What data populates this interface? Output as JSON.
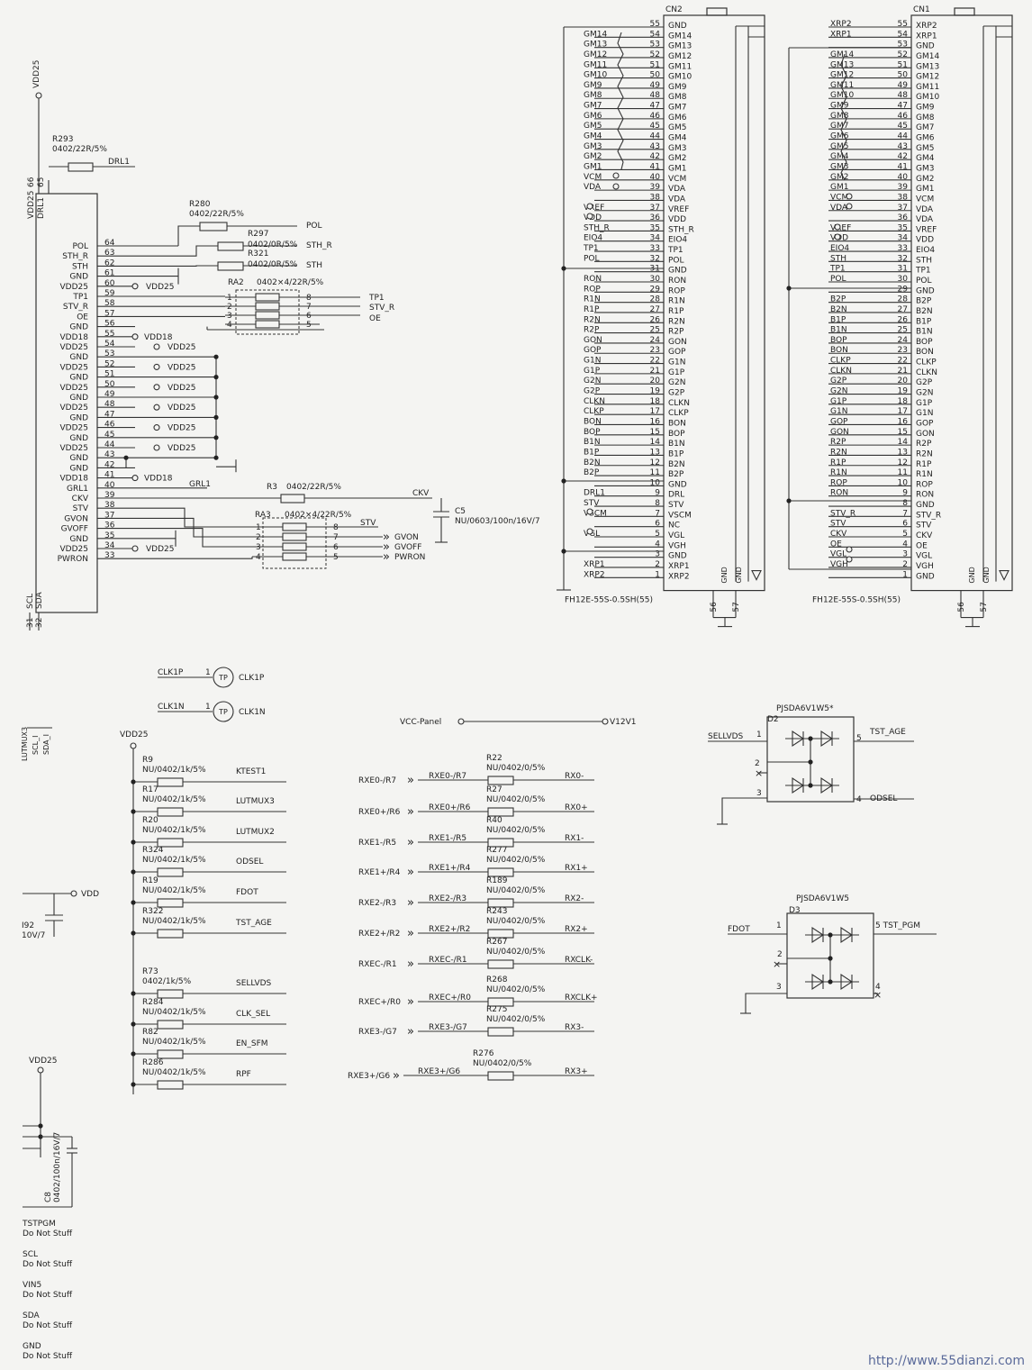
{
  "u_main": {
    "top_pins": [
      {
        "n": "66",
        "net": "VDD25"
      },
      {
        "n": "65",
        "net": "DRL1"
      }
    ],
    "bottom_pins": [
      {
        "n": "31",
        "net": "SCL"
      },
      {
        "n": "32",
        "net": "SDA"
      }
    ],
    "pins": [
      {
        "n": "64",
        "net": "POL"
      },
      {
        "n": "63",
        "net": "STH_R"
      },
      {
        "n": "62",
        "net": "STH"
      },
      {
        "n": "61",
        "net": "GND"
      },
      {
        "n": "60",
        "net": "VDD25"
      },
      {
        "n": "59",
        "net": "TP1"
      },
      {
        "n": "58",
        "net": "STV_R"
      },
      {
        "n": "57",
        "net": "OE"
      },
      {
        "n": "56",
        "net": "GND"
      },
      {
        "n": "55",
        "net": "VDD18"
      },
      {
        "n": "54",
        "net": "VDD25"
      },
      {
        "n": "53",
        "net": "GND"
      },
      {
        "n": "52",
        "net": "VDD25"
      },
      {
        "n": "51",
        "net": "GND"
      },
      {
        "n": "50",
        "net": "VDD25"
      },
      {
        "n": "49",
        "net": "GND"
      },
      {
        "n": "48",
        "net": "VDD25"
      },
      {
        "n": "47",
        "net": "GND"
      },
      {
        "n": "46",
        "net": "VDD25"
      },
      {
        "n": "45",
        "net": "GND"
      },
      {
        "n": "44",
        "net": "VDD25"
      },
      {
        "n": "43",
        "net": "GND"
      },
      {
        "n": "42",
        "net": "GND"
      },
      {
        "n": "41",
        "net": "VDD18"
      },
      {
        "n": "40",
        "net": "GRL1"
      },
      {
        "n": "39",
        "net": "CKV"
      },
      {
        "n": "38",
        "net": "STV"
      },
      {
        "n": "37",
        "net": "GVON"
      },
      {
        "n": "36",
        "net": "GVOFF"
      },
      {
        "n": "35",
        "net": "GND"
      },
      {
        "n": "34",
        "net": "VDD25"
      },
      {
        "n": "33",
        "net": "PWRON"
      }
    ],
    "vdd25": "VDD25",
    "vdd18": "VDD18",
    "r293": {
      "ref": "R293",
      "val": "0402/22R/5%",
      "net": "DRL1"
    },
    "r280": {
      "ref": "R280",
      "val": "0402/22R/5%",
      "net": "POL"
    },
    "r297": {
      "ref": "R297",
      "val": "0402/0R/5%",
      "net": "STH_R"
    },
    "r321": {
      "ref": "R321",
      "val": "0402/0R/5%",
      "net": "STH"
    },
    "ra2": {
      "ref": "RA2",
      "val": "0402×4/22R/5%",
      "l": [
        "1",
        "2",
        "3",
        "4"
      ],
      "r": [
        "8",
        "7",
        "6",
        "5"
      ],
      "nets": [
        "TP1",
        "STV_R",
        "OE"
      ]
    },
    "r3": {
      "ref": "R3",
      "val": "0402/22R/5%",
      "net": "CKV"
    },
    "c5": {
      "ref": "C5",
      "val": "NU/0603/100n/16V/7"
    },
    "ra3": {
      "ref": "RA3",
      "val": "0402×4/22R/5%",
      "l": [
        "1",
        "2",
        "3",
        "4"
      ],
      "r": [
        "8",
        "7",
        "6",
        "5"
      ],
      "nets": [
        "STV",
        "GVON",
        "GVOFF",
        "PWRON"
      ]
    },
    "grl1_net": "GRL1"
  },
  "tp": [
    {
      "net": "CLK1P",
      "pin": "1",
      "sym": "TP",
      "label": "CLK1P"
    },
    {
      "net": "CLK1N",
      "pin": "1",
      "sym": "TP",
      "label": "CLK1N"
    }
  ],
  "left_fragment": [
    "LUTMUX3",
    "SCL_I",
    "SDA_I"
  ],
  "vdd_fragment": {
    "net": "VDD",
    "cap": "I92",
    "capval": "10V/7"
  },
  "c8": {
    "net": "VDD25",
    "ref": "C8",
    "val": "0402/100n/16V/7"
  },
  "dns_notes": [
    {
      "net": "TSTPGM",
      "note": "Do Not Stuff"
    },
    {
      "net": "SCL",
      "note": "Do Not Stuff"
    },
    {
      "net": "VIN5",
      "note": "Do Not Stuff"
    },
    {
      "net": "SDA",
      "note": "Do Not Stuff"
    },
    {
      "net": "GND",
      "note": "Do Not Stuff"
    }
  ],
  "pullups": {
    "rail": "VDD25",
    "items": [
      {
        "ref": "R9",
        "val": "NU/0402/1k/5%",
        "net": "KTEST1"
      },
      {
        "ref": "R17",
        "val": "NU/0402/1k/5%",
        "net": "LUTMUX3"
      },
      {
        "ref": "R20",
        "val": "NU/0402/1k/5%",
        "net": "LUTMUX2"
      },
      {
        "ref": "R324",
        "val": "NU/0402/1k/5%",
        "net": "ODSEL"
      },
      {
        "ref": "R19",
        "val": "NU/0402/1k/5%",
        "net": "FDOT"
      },
      {
        "ref": "R322",
        "val": "NU/0402/1k/5%",
        "net": "TST_AGE"
      },
      {
        "ref": "R73",
        "val": "0402/1k/5%",
        "net": "SELLVDS"
      },
      {
        "ref": "R284",
        "val": "NU/0402/1k/5%",
        "net": "CLK_SEL"
      },
      {
        "ref": "R82",
        "val": "NU/0402/1k/5%",
        "net": "EN_SFM"
      },
      {
        "ref": "R286",
        "val": "NU/0402/1k/5%",
        "net": "RPF"
      }
    ]
  },
  "vcc_panel": {
    "left": "VCC-Panel",
    "right": "V12V1"
  },
  "lvds": [
    {
      "in": "RXE0-/R7",
      "mid": "RXE0-/R7",
      "ref": "R22",
      "val": "NU/0402/0/5%",
      "out": "RX0-"
    },
    {
      "in": "RXE0+/R6",
      "mid": "RXE0+/R6",
      "ref": "R27",
      "val": "NU/0402/0/5%",
      "out": "RX0+"
    },
    {
      "in": "RXE1-/R5",
      "mid": "RXE1-/R5",
      "ref": "R40",
      "val": "NU/0402/0/5%",
      "out": "RX1-"
    },
    {
      "in": "RXE1+/R4",
      "mid": "RXE1+/R4",
      "ref": "R277",
      "val": "NU/0402/0/5%",
      "out": "RX1+"
    },
    {
      "in": "RXE2-/R3",
      "mid": "RXE2-/R3",
      "ref": "R189",
      "val": "NU/0402/0/5%",
      "out": "RX2-"
    },
    {
      "in": "RXE2+/R2",
      "mid": "RXE2+/R2",
      "ref": "R243",
      "val": "NU/0402/0/5%",
      "out": "RX2+"
    },
    {
      "in": "RXEC-/R1",
      "mid": "RXEC-/R1",
      "ref": "R267",
      "val": "NU/0402/0/5%",
      "out": "RXCLK-"
    },
    {
      "in": "RXEC+/R0",
      "mid": "RXEC+/R0",
      "ref": "R268",
      "val": "NU/0402/0/5%",
      "out": "RXCLK+"
    },
    {
      "in": "RXE3-/G7",
      "mid": "RXE3-/G7",
      "ref": "R275",
      "val": "NU/0402/0/5%",
      "out": "RX3-"
    },
    {
      "in": "RXE3+/G6",
      "mid": "RXE3+/G6",
      "ref": "R276",
      "val": "NU/0402/0/5%",
      "out": "RX3+"
    }
  ],
  "d2": {
    "part": "PJSDA6V1W5*",
    "ref": "D2",
    "in": "SELLVDS",
    "out1": "TST_AGE",
    "out2": "ODSEL",
    "pins": [
      "1",
      "2",
      "3",
      "4",
      "5"
    ]
  },
  "d3": {
    "part": "PJSDA6V1W5",
    "ref": "D3",
    "in": "FDOT",
    "out1": "TST_PGM",
    "pins": [
      "1",
      "2",
      "3",
      "4",
      "5"
    ]
  },
  "cn2": {
    "ref": "CN2",
    "part": "FH12E-55S-0.5SH(55)",
    "pins": [
      {
        "n": "55",
        "name": "GND",
        "net": ""
      },
      {
        "n": "54",
        "name": "GM14",
        "net": "GM14"
      },
      {
        "n": "53",
        "name": "GM13",
        "net": "GM13"
      },
      {
        "n": "52",
        "name": "GM12",
        "net": "GM12"
      },
      {
        "n": "51",
        "name": "GM11",
        "net": "GM11"
      },
      {
        "n": "50",
        "name": "GM10",
        "net": "GM10"
      },
      {
        "n": "49",
        "name": "GM9",
        "net": "GM9"
      },
      {
        "n": "48",
        "name": "GM8",
        "net": "GM8"
      },
      {
        "n": "47",
        "name": "GM7",
        "net": "GM7"
      },
      {
        "n": "46",
        "name": "GM6",
        "net": "GM6"
      },
      {
        "n": "45",
        "name": "GM5",
        "net": "GM5"
      },
      {
        "n": "44",
        "name": "GM4",
        "net": "GM4"
      },
      {
        "n": "43",
        "name": "GM3",
        "net": "GM3"
      },
      {
        "n": "42",
        "name": "GM2",
        "net": "GM2"
      },
      {
        "n": "41",
        "name": "GM1",
        "net": "GM1"
      },
      {
        "n": "40",
        "name": "VCM",
        "net": "VCM"
      },
      {
        "n": "39",
        "name": "VDA",
        "net": "VDA"
      },
      {
        "n": "38",
        "name": "VDA",
        "net": ""
      },
      {
        "n": "37",
        "name": "VREF",
        "net": "VREF"
      },
      {
        "n": "36",
        "name": "VDD",
        "net": "VDD"
      },
      {
        "n": "35",
        "name": "STH_R",
        "net": "STH_R"
      },
      {
        "n": "34",
        "name": "EIO4",
        "net": "EIO4"
      },
      {
        "n": "33",
        "name": "TP1",
        "net": "TP1"
      },
      {
        "n": "32",
        "name": "POL",
        "net": "POL"
      },
      {
        "n": "31",
        "name": "GND",
        "net": ""
      },
      {
        "n": "30",
        "name": "RON",
        "net": "RON"
      },
      {
        "n": "29",
        "name": "ROP",
        "net": "ROP"
      },
      {
        "n": "28",
        "name": "R1N",
        "net": "R1N"
      },
      {
        "n": "27",
        "name": "R1P",
        "net": "R1P"
      },
      {
        "n": "26",
        "name": "R2N",
        "net": "R2N"
      },
      {
        "n": "25",
        "name": "R2P",
        "net": "R2P"
      },
      {
        "n": "24",
        "name": "GON",
        "net": "GON"
      },
      {
        "n": "23",
        "name": "GOP",
        "net": "GOP"
      },
      {
        "n": "22",
        "name": "G1N",
        "net": "G1N"
      },
      {
        "n": "21",
        "name": "G1P",
        "net": "G1P"
      },
      {
        "n": "20",
        "name": "G2N",
        "net": "G2N"
      },
      {
        "n": "19",
        "name": "G2P",
        "net": "G2P"
      },
      {
        "n": "18",
        "name": "CLKN",
        "net": "CLKN"
      },
      {
        "n": "17",
        "name": "CLKP",
        "net": "CLKP"
      },
      {
        "n": "16",
        "name": "BON",
        "net": "BON"
      },
      {
        "n": "15",
        "name": "BOP",
        "net": "BOP"
      },
      {
        "n": "14",
        "name": "B1N",
        "net": "B1N"
      },
      {
        "n": "13",
        "name": "B1P",
        "net": "B1P"
      },
      {
        "n": "12",
        "name": "B2N",
        "net": "B2N"
      },
      {
        "n": "11",
        "name": "B2P",
        "net": "B2P"
      },
      {
        "n": "10",
        "name": "GND",
        "net": ""
      },
      {
        "n": "9",
        "name": "DRL",
        "net": "DRL1"
      },
      {
        "n": "8",
        "name": "STV",
        "net": "STV"
      },
      {
        "n": "7",
        "name": "VSCM",
        "net": "VSCM"
      },
      {
        "n": "6",
        "name": "NC",
        "net": ""
      },
      {
        "n": "5",
        "name": "VGL",
        "net": "VGL"
      },
      {
        "n": "4",
        "name": "VGH",
        "net": ""
      },
      {
        "n": "3",
        "name": "GND",
        "net": ""
      },
      {
        "n": "2",
        "name": "XRP1",
        "net": "XRP1"
      },
      {
        "n": "1",
        "name": "XRP2",
        "net": "XRP2"
      }
    ],
    "extra": [
      "56",
      "57"
    ],
    "gnd": "GND"
  },
  "cn1": {
    "ref": "CN1",
    "part": "FH12E-55S-0.5SH(55)",
    "pins": [
      {
        "n": "55",
        "name": "XRP2",
        "net": "XRP2"
      },
      {
        "n": "54",
        "name": "XRP1",
        "net": "XRP1"
      },
      {
        "n": "53",
        "name": "GND",
        "net": ""
      },
      {
        "n": "52",
        "name": "GM14",
        "net": "GM14"
      },
      {
        "n": "51",
        "name": "GM13",
        "net": "GM13"
      },
      {
        "n": "50",
        "name": "GM12",
        "net": "GM12"
      },
      {
        "n": "49",
        "name": "GM11",
        "net": "GM11"
      },
      {
        "n": "48",
        "name": "GM10",
        "net": "GM10"
      },
      {
        "n": "47",
        "name": "GM9",
        "net": "GM9"
      },
      {
        "n": "46",
        "name": "GM8",
        "net": "GM8"
      },
      {
        "n": "45",
        "name": "GM7",
        "net": "GM7"
      },
      {
        "n": "44",
        "name": "GM6",
        "net": "GM6"
      },
      {
        "n": "43",
        "name": "GM5",
        "net": "GM5"
      },
      {
        "n": "42",
        "name": "GM4",
        "net": "GM4"
      },
      {
        "n": "41",
        "name": "GM3",
        "net": "GM3"
      },
      {
        "n": "40",
        "name": "GM2",
        "net": "GM2"
      },
      {
        "n": "39",
        "name": "GM1",
        "net": "GM1"
      },
      {
        "n": "38",
        "name": "VCM",
        "net": "VCM"
      },
      {
        "n": "37",
        "name": "VDA",
        "net": "VDA"
      },
      {
        "n": "36",
        "name": "VDA",
        "net": ""
      },
      {
        "n": "35",
        "name": "VREF",
        "net": "VREF"
      },
      {
        "n": "34",
        "name": "VDD",
        "net": "VDD"
      },
      {
        "n": "33",
        "name": "EIO4",
        "net": "EIO4"
      },
      {
        "n": "32",
        "name": "STH",
        "net": "STH"
      },
      {
        "n": "31",
        "name": "TP1",
        "net": "TP1"
      },
      {
        "n": "30",
        "name": "POL",
        "net": "POL"
      },
      {
        "n": "29",
        "name": "GND",
        "net": ""
      },
      {
        "n": "28",
        "name": "B2P",
        "net": "B2P"
      },
      {
        "n": "27",
        "name": "B2N",
        "net": "B2N"
      },
      {
        "n": "26",
        "name": "B1P",
        "net": "B1P"
      },
      {
        "n": "25",
        "name": "B1N",
        "net": "B1N"
      },
      {
        "n": "24",
        "name": "BOP",
        "net": "BOP"
      },
      {
        "n": "23",
        "name": "BON",
        "net": "BON"
      },
      {
        "n": "22",
        "name": "CLKP",
        "net": "CLKP"
      },
      {
        "n": "21",
        "name": "CLKN",
        "net": "CLKN"
      },
      {
        "n": "20",
        "name": "G2P",
        "net": "G2P"
      },
      {
        "n": "19",
        "name": "G2N",
        "net": "G2N"
      },
      {
        "n": "18",
        "name": "G1P",
        "net": "G1P"
      },
      {
        "n": "17",
        "name": "G1N",
        "net": "G1N"
      },
      {
        "n": "16",
        "name": "GOP",
        "net": "GOP"
      },
      {
        "n": "15",
        "name": "GON",
        "net": "GON"
      },
      {
        "n": "14",
        "name": "R2P",
        "net": "R2P"
      },
      {
        "n": "13",
        "name": "R2N",
        "net": "R2N"
      },
      {
        "n": "12",
        "name": "R1P",
        "net": "R1P"
      },
      {
        "n": "11",
        "name": "R1N",
        "net": "R1N"
      },
      {
        "n": "10",
        "name": "ROP",
        "net": "ROP"
      },
      {
        "n": "9",
        "name": "RON",
        "net": "RON"
      },
      {
        "n": "8",
        "name": "GND",
        "net": ""
      },
      {
        "n": "7",
        "name": "STV_R",
        "net": "STV_R"
      },
      {
        "n": "6",
        "name": "STV",
        "net": "STV"
      },
      {
        "n": "5",
        "name": "CKV",
        "net": "CKV"
      },
      {
        "n": "4",
        "name": "OE",
        "net": "OE"
      },
      {
        "n": "3",
        "name": "VGL",
        "net": "VGL"
      },
      {
        "n": "2",
        "name": "VGH",
        "net": "VGH"
      },
      {
        "n": "1",
        "name": "GND",
        "net": ""
      }
    ],
    "extra": [
      "56",
      "57"
    ],
    "gnd": "GND"
  },
  "watermark": "http://www.55dianzi.com"
}
